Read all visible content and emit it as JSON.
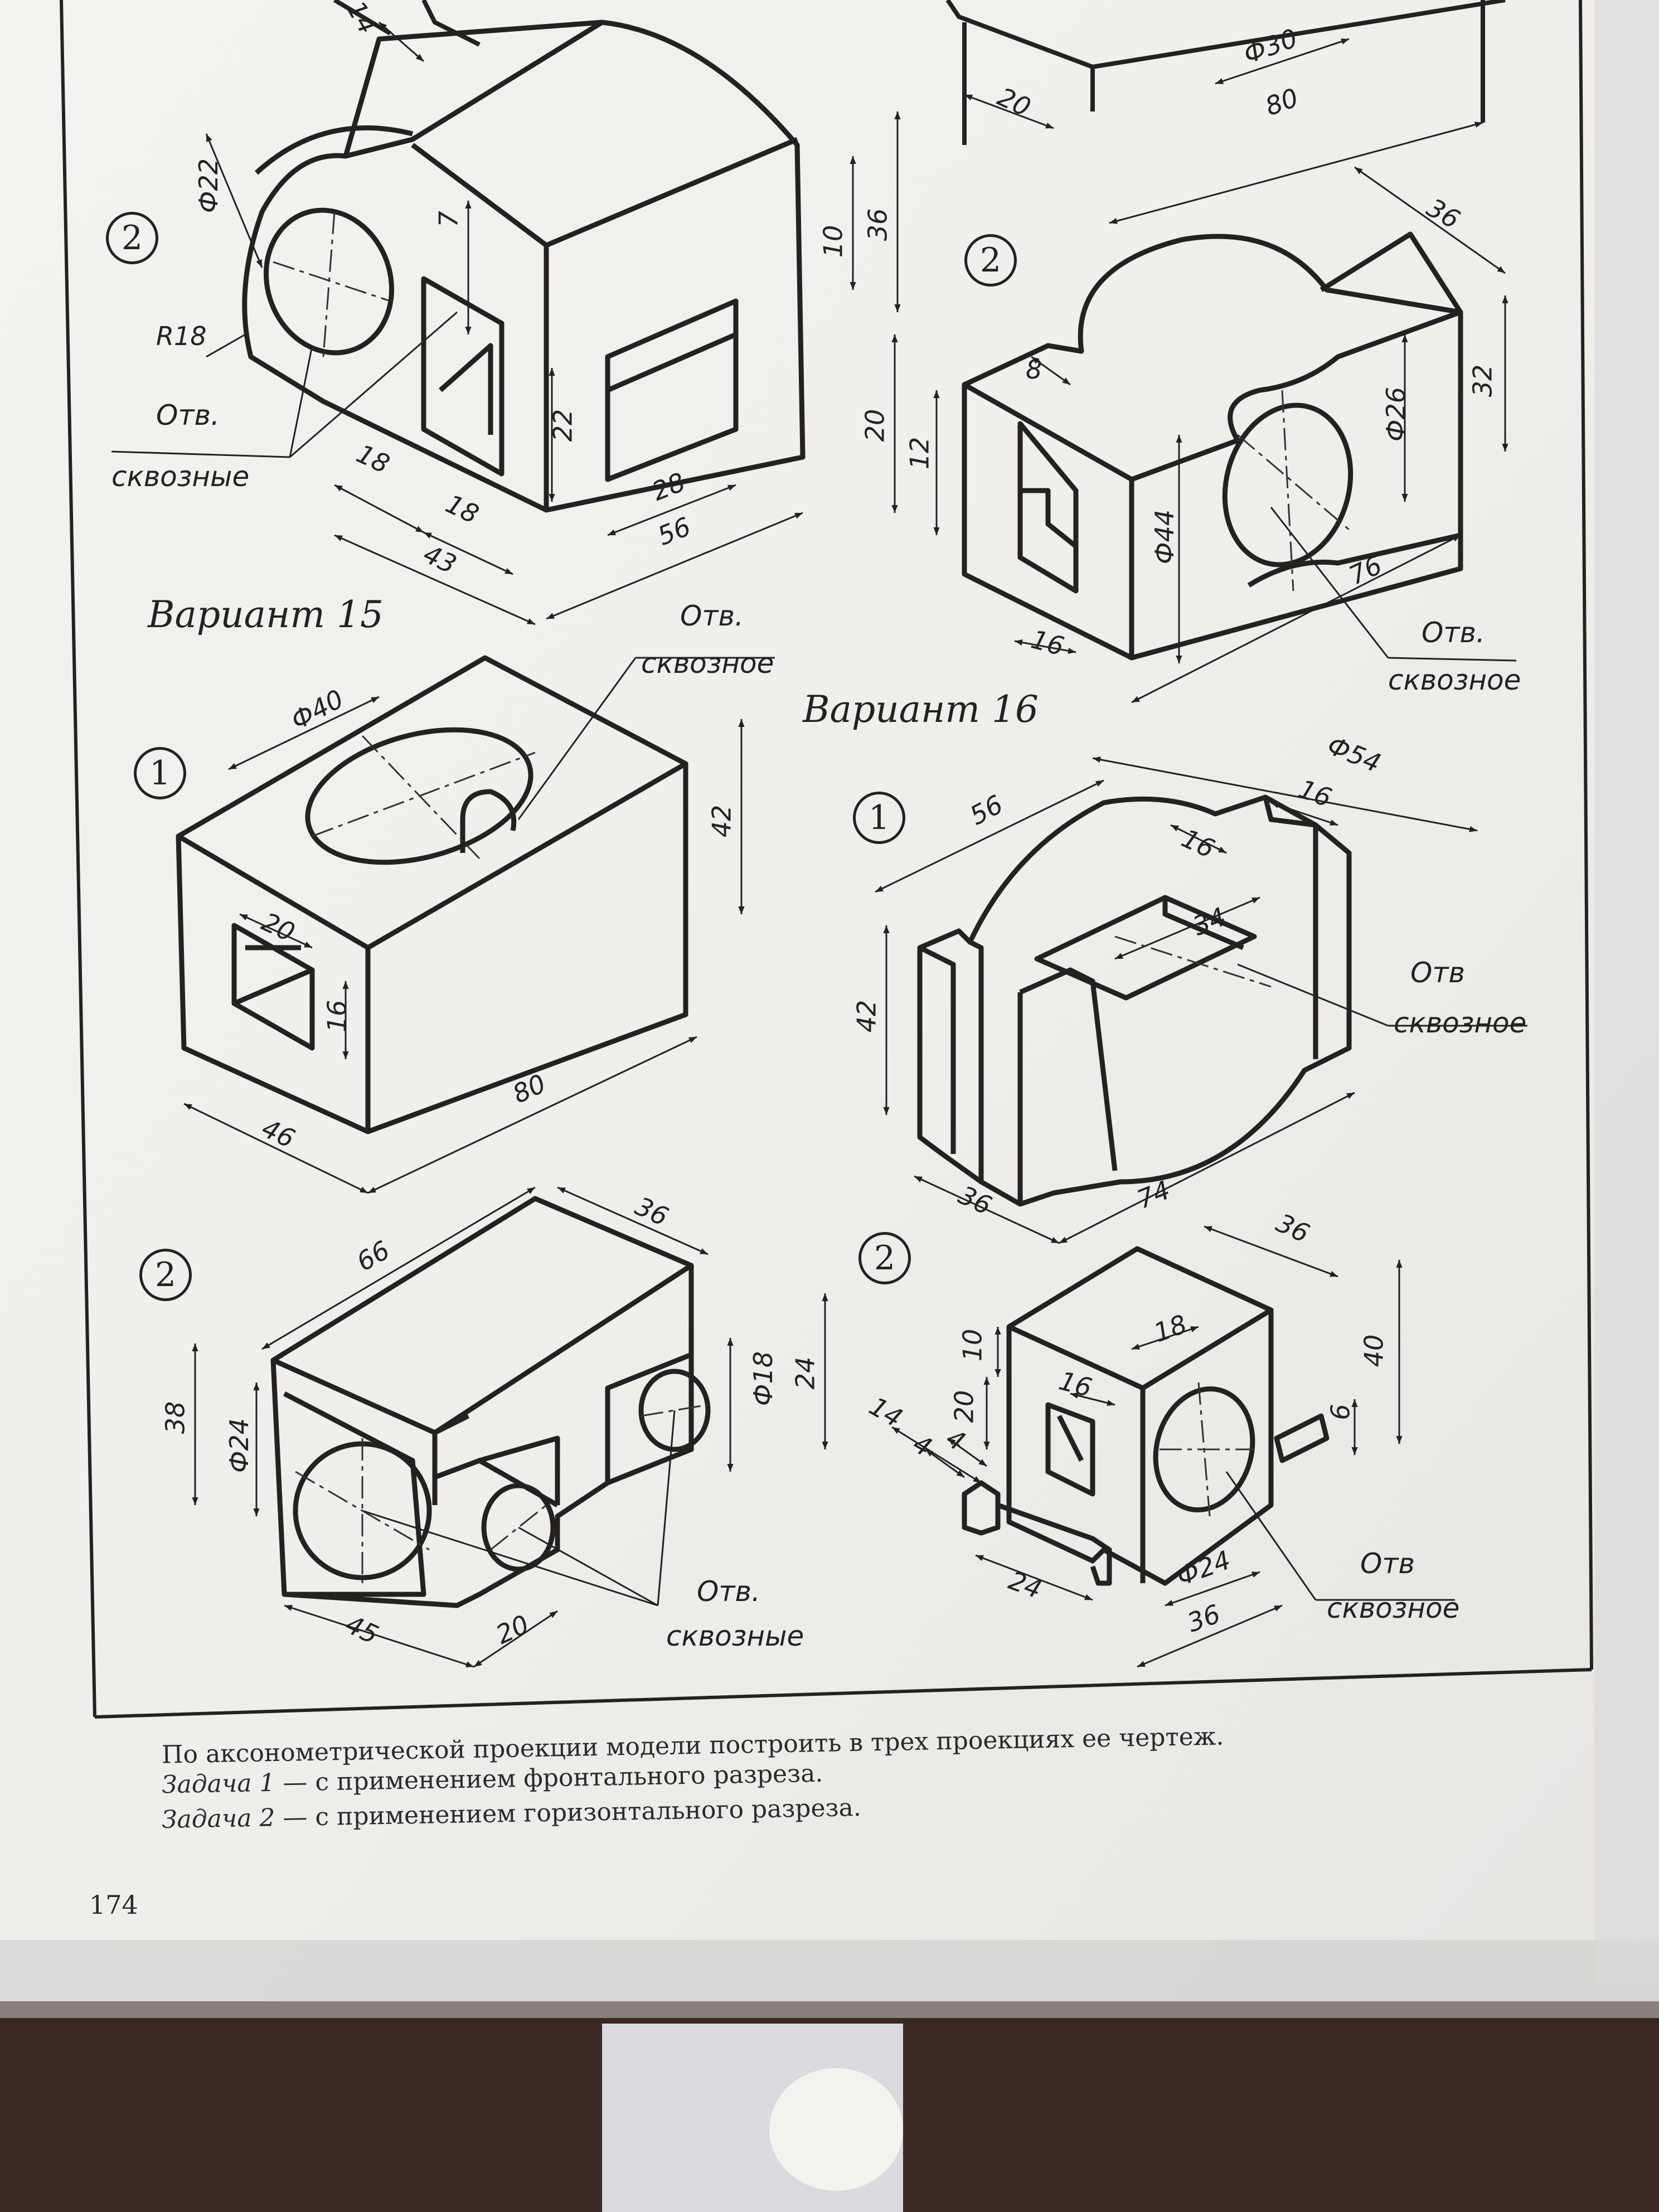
{
  "top": {
    "dims": [
      "14",
      "Ф30",
      "80",
      "20"
    ],
    "v14_2": {
      "num": "2",
      "dims": [
        "Ф22",
        "7",
        "10",
        "36",
        "R18",
        "22",
        "18",
        "18",
        "43",
        "28",
        "56"
      ],
      "note": [
        "Отв.",
        "сквозные"
      ]
    },
    "v14r_2": {
      "num": "2",
      "dims": [
        "36",
        "8",
        "20",
        "12",
        "Ф26",
        "32",
        "Ф44",
        "76",
        "16"
      ],
      "note": [
        "Отв.",
        "сквозное"
      ]
    }
  },
  "variant15": {
    "title": "Вариант 15",
    "task1": {
      "num": "1",
      "dims": [
        "Ф40",
        "42",
        "20",
        "16",
        "80",
        "46"
      ],
      "note": [
        "Отв.",
        "сквозное"
      ]
    },
    "task2": {
      "num": "2",
      "dims": [
        "66",
        "36",
        "38",
        "Ф24",
        "Ф18",
        "24",
        "45",
        "20"
      ],
      "note": [
        "Отв.",
        "сквозные"
      ]
    }
  },
  "variant16": {
    "title": "Вариант 16",
    "task1": {
      "num": "1",
      "dims": [
        "Ф54",
        "56",
        "16",
        "16",
        "34",
        "42",
        "36",
        "74"
      ],
      "note": [
        "Отв",
        "сквозное"
      ]
    },
    "task2": {
      "num": "2",
      "dims": [
        "36",
        "18",
        "10",
        "20",
        "16",
        "14",
        "4",
        "4",
        "40",
        "6",
        "24",
        "Ф24",
        "36"
      ],
      "note": [
        "Отв",
        "сквозное"
      ]
    }
  },
  "caption": {
    "line1": "По аксонометрической проекции модели построить в трех проекциях ее чертеж.",
    "line2_lead": "Задача 1",
    "line2_rest": " — с применением фронтального разреза.",
    "line3_lead": "Задача 2",
    "line3_rest": " — с применением горизонтального разреза."
  },
  "page_number": "174"
}
